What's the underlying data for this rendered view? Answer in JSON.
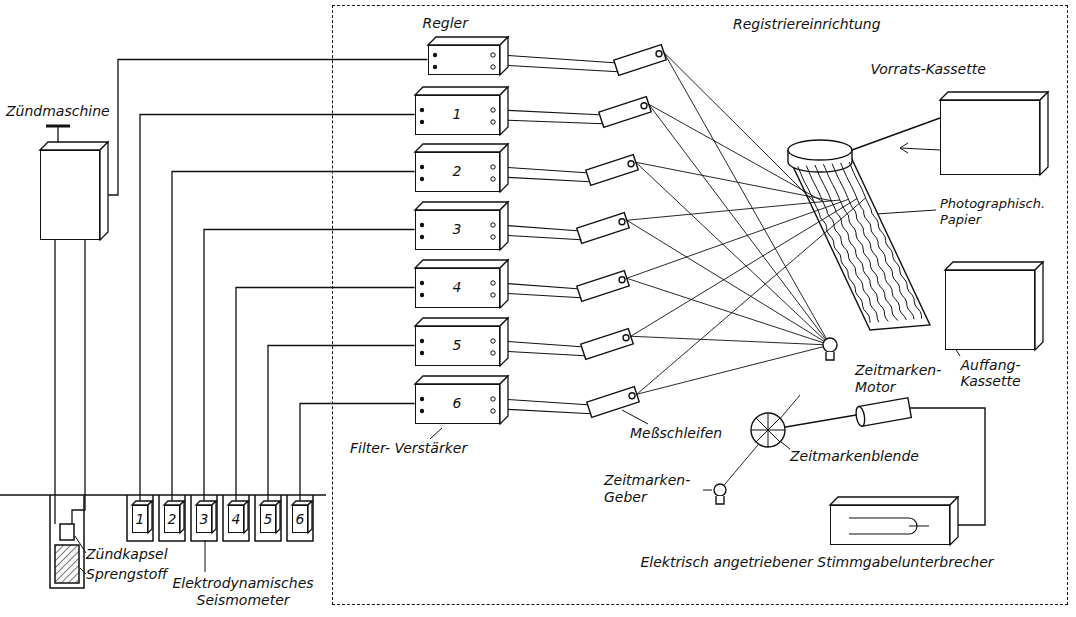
{
  "diagram": {
    "nodes": [
      {
        "text": [
          "Registriereinrichtung"
        ]
      },
      {
        "text": [
          "Regler"
        ],
        "in": 0
      },
      {
        "text": [
          "1"
        ],
        "in": 0
      },
      {
        "text": [
          "2"
        ],
        "in": 0
      },
      {
        "text": [
          "3"
        ],
        "in": 0
      },
      {
        "text": [
          "4"
        ],
        "in": 0
      },
      {
        "text": [
          "5"
        ],
        "in": 0
      },
      {
        "text": [
          "6"
        ],
        "in": 0
      },
      {
        "text": [
          "Zündmaschine"
        ]
      },
      {
        "text": [
          "1"
        ]
      },
      {
        "text": [
          "2"
        ]
      },
      {
        "text": [
          "3"
        ]
      },
      {
        "text": [
          "4"
        ]
      },
      {
        "text": [
          "5"
        ]
      },
      {
        "text": [
          "6"
        ]
      },
      {
        "text": [
          "Vorrats-Kassette"
        ],
        "in": 0
      },
      {
        "text": [
          "Auffang- Kassette"
        ],
        "in": 0
      },
      {
        "text": [
          "Elektrisch angetriebener Stimmgabelunterbrecher"
        ],
        "in": 0
      }
    ],
    "edges": [
      {
        "from": 9,
        "to": 2,
        "arrow": "none"
      },
      {
        "from": 10,
        "to": 3,
        "arrow": "none"
      },
      {
        "from": 11,
        "to": 4,
        "arrow": "none"
      },
      {
        "from": 12,
        "to": 5,
        "arrow": "none"
      },
      {
        "from": 13,
        "to": 6,
        "arrow": "none"
      },
      {
        "from": 14,
        "to": 7,
        "arrow": "none"
      },
      {
        "from": 8,
        "to": 1,
        "arrow": "none"
      }
    ],
    "labels": [
      "Zündkapsel",
      "Sprengstoff",
      "Elektrodynamisches Seismometer",
      "Filter- Verstärker",
      "Meßschleifen",
      "Photographisch. Papier",
      "Zeitmarken- Motor",
      "Zeitmarkenblende",
      "Zeitmarken- Geber"
    ]
  }
}
